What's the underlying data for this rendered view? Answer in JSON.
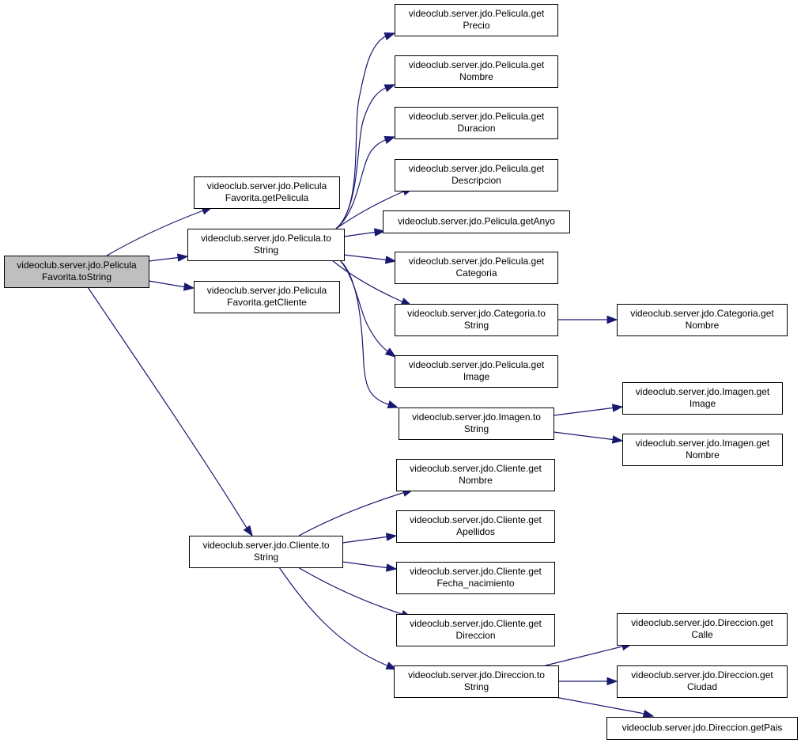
{
  "colors": {
    "edge": "#191970",
    "node_border": "#000000",
    "node_fill": "#ffffff",
    "root_fill": "#bfbfbf"
  },
  "nodes": [
    {
      "id": "root",
      "lines": [
        "videoclub.server.jdo.Pelicula",
        "Favorita.toString"
      ],
      "root": true
    },
    {
      "id": "pf_getPelicula",
      "lines": [
        "videoclub.server.jdo.Pelicula",
        "Favorita.getPelicula"
      ]
    },
    {
      "id": "p_toString",
      "lines": [
        "videoclub.server.jdo.Pelicula.to",
        "String"
      ]
    },
    {
      "id": "pf_getCliente",
      "lines": [
        "videoclub.server.jdo.Pelicula",
        "Favorita.getCliente"
      ]
    },
    {
      "id": "c_toString",
      "lines": [
        "videoclub.server.jdo.Cliente.to",
        "String"
      ]
    },
    {
      "id": "p_getPrecio",
      "lines": [
        "videoclub.server.jdo.Pelicula.get",
        "Precio"
      ]
    },
    {
      "id": "p_getNombre",
      "lines": [
        "videoclub.server.jdo.Pelicula.get",
        "Nombre"
      ]
    },
    {
      "id": "p_getDuracion",
      "lines": [
        "videoclub.server.jdo.Pelicula.get",
        "Duracion"
      ]
    },
    {
      "id": "p_getDescripcion",
      "lines": [
        "videoclub.server.jdo.Pelicula.get",
        "Descripcion"
      ]
    },
    {
      "id": "p_getAnyo",
      "lines": [
        "videoclub.server.jdo.Pelicula.getAnyo"
      ]
    },
    {
      "id": "p_getCategoria",
      "lines": [
        "videoclub.server.jdo.Pelicula.get",
        "Categoria"
      ]
    },
    {
      "id": "cat_toString",
      "lines": [
        "videoclub.server.jdo.Categoria.to",
        "String"
      ]
    },
    {
      "id": "p_getImage",
      "lines": [
        "videoclub.server.jdo.Pelicula.get",
        "Image"
      ]
    },
    {
      "id": "img_toString",
      "lines": [
        "videoclub.server.jdo.Imagen.to",
        "String"
      ]
    },
    {
      "id": "cat_getNombre",
      "lines": [
        "videoclub.server.jdo.Categoria.get",
        "Nombre"
      ]
    },
    {
      "id": "img_getImage",
      "lines": [
        "videoclub.server.jdo.Imagen.get",
        "Image"
      ]
    },
    {
      "id": "img_getNombre",
      "lines": [
        "videoclub.server.jdo.Imagen.get",
        "Nombre"
      ]
    },
    {
      "id": "c_getNombre",
      "lines": [
        "videoclub.server.jdo.Cliente.get",
        "Nombre"
      ]
    },
    {
      "id": "c_getApellidos",
      "lines": [
        "videoclub.server.jdo.Cliente.get",
        "Apellidos"
      ]
    },
    {
      "id": "c_getFecha",
      "lines": [
        "videoclub.server.jdo.Cliente.get",
        "Fecha_nacimiento"
      ]
    },
    {
      "id": "c_getDireccion",
      "lines": [
        "videoclub.server.jdo.Cliente.get",
        "Direccion"
      ]
    },
    {
      "id": "d_toString",
      "lines": [
        "videoclub.server.jdo.Direccion.to",
        "String"
      ]
    },
    {
      "id": "d_getCalle",
      "lines": [
        "videoclub.server.jdo.Direccion.get",
        "Calle"
      ]
    },
    {
      "id": "d_getCiudad",
      "lines": [
        "videoclub.server.jdo.Direccion.get",
        "Ciudad"
      ]
    },
    {
      "id": "d_getPais",
      "lines": [
        "videoclub.server.jdo.Direccion.getPais"
      ]
    }
  ],
  "edges": [
    {
      "from": "root",
      "to": "pf_getPelicula"
    },
    {
      "from": "root",
      "to": "p_toString"
    },
    {
      "from": "root",
      "to": "pf_getCliente"
    },
    {
      "from": "root",
      "to": "c_toString"
    },
    {
      "from": "p_toString",
      "to": "p_getPrecio"
    },
    {
      "from": "p_toString",
      "to": "p_getNombre"
    },
    {
      "from": "p_toString",
      "to": "p_getDuracion"
    },
    {
      "from": "p_toString",
      "to": "p_getDescripcion"
    },
    {
      "from": "p_toString",
      "to": "p_getAnyo"
    },
    {
      "from": "p_toString",
      "to": "p_getCategoria"
    },
    {
      "from": "p_toString",
      "to": "cat_toString"
    },
    {
      "from": "p_toString",
      "to": "p_getImage"
    },
    {
      "from": "p_toString",
      "to": "img_toString"
    },
    {
      "from": "cat_toString",
      "to": "cat_getNombre"
    },
    {
      "from": "img_toString",
      "to": "img_getImage"
    },
    {
      "from": "img_toString",
      "to": "img_getNombre"
    },
    {
      "from": "c_toString",
      "to": "c_getNombre"
    },
    {
      "from": "c_toString",
      "to": "c_getApellidos"
    },
    {
      "from": "c_toString",
      "to": "c_getFecha"
    },
    {
      "from": "c_toString",
      "to": "c_getDireccion"
    },
    {
      "from": "c_toString",
      "to": "d_toString"
    },
    {
      "from": "d_toString",
      "to": "d_getCalle"
    },
    {
      "from": "d_toString",
      "to": "d_getCiudad"
    },
    {
      "from": "d_toString",
      "to": "d_getPais"
    }
  ]
}
